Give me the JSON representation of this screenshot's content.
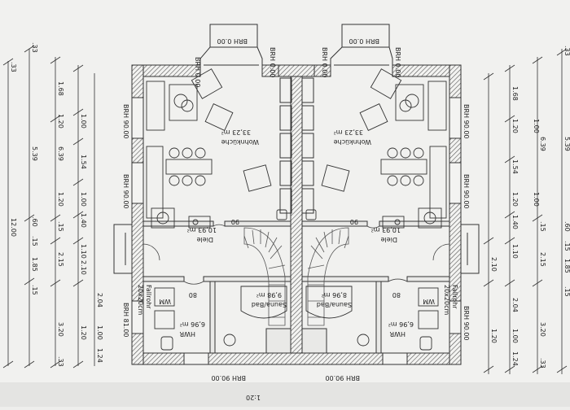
{
  "colors": {
    "paper": "#f3f3f1",
    "ink": "#2a2a2a",
    "hatch": "#555555",
    "shade": "#9a9a9a"
  },
  "plan": {
    "window_labels": {
      "brh_000": "BRH 0.00",
      "brh_9000": "BRH 90.00",
      "brh_8100": "BRH 81.00"
    },
    "left_unit": {
      "living": {
        "name": "Wohnküche",
        "area": "33,23 m²"
      },
      "hall": {
        "name": "Diele",
        "area": "10,93 m²"
      },
      "bath": {
        "name": "Sauna/Bad",
        "area": "9,98 m²"
      },
      "hwr": {
        "name": "HWR",
        "area": "6,96 m²"
      },
      "door_90": "90",
      "door_80": "80"
    },
    "right_unit": {
      "living": {
        "name": "Wohnküche",
        "area": "33,23 m²"
      },
      "hall": {
        "name": "Diele",
        "area": "10,93 m²"
      },
      "bath": {
        "name": "Sauna/Bad",
        "area": "8,96 m²"
      },
      "hwr": {
        "name": "HWR",
        "area": "6,96 m²"
      },
      "door_90": "90",
      "door_80": "80"
    },
    "fallrohr": "Fallrohr",
    "fallrohr_size": "20x20cm",
    "wm": "WM"
  },
  "dims_left": {
    "outer": [
      "12.00"
    ],
    "mid": [
      "5.39",
      "6.39",
      "2.15",
      "3.20"
    ],
    "inner": [
      "1.68",
      "1.20",
      "1.00",
      "1.54",
      "1.20",
      "1.00",
      "1.40",
      "1.10",
      "2.10",
      "2.04",
      "1.20",
      "1.00",
      "1.24"
    ],
    "small": [
      ".33",
      ".33",
      ".60",
      ".15",
      "1.85",
      ".15",
      ".15",
      ".33"
    ]
  },
  "dims_right": {
    "mid": [
      "6.39",
      "5.39",
      "2.15",
      "3.20"
    ],
    "inner": [
      "1.68",
      "1.20",
      "1.00",
      "1.54",
      "1.20",
      "1.00",
      "1.40",
      "1.10",
      "2.10",
      "2.04",
      "1.20",
      "1.00",
      "1.24"
    ],
    "small": [
      ".33",
      ".60",
      ".15",
      "1.85",
      ".15",
      ".15",
      ".33"
    ]
  },
  "footer": "1:20"
}
